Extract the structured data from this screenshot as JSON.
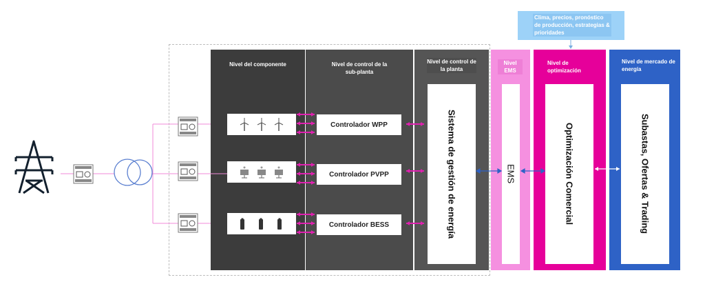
{
  "info_box": {
    "text": "Clima, precios, pronóstico de producción, estrategias & prioridades"
  },
  "levels": {
    "component": "Nivel del componente",
    "subplant": "Nivel de control de la sub-planta",
    "plant": "Nivel de control de la planta",
    "ems": "Nivel EMS",
    "optimization": "Nivel de optimización",
    "market": "Nivel de mercado de energía"
  },
  "controllers": [
    "Controlador WPP",
    "Controlador PVPP",
    "Controlador BESS"
  ],
  "blocks": {
    "plant": "Sistema de gestión de energía",
    "ems": "EMS",
    "optimization": "Optimización Comercial",
    "market": "Subastas, Ofertas & Trading"
  },
  "colors": {
    "ems": "#f590e0",
    "optimization": "#e6009a",
    "market": "#2e62c6",
    "info": "#9dd2f8",
    "link": "#e020b0"
  }
}
